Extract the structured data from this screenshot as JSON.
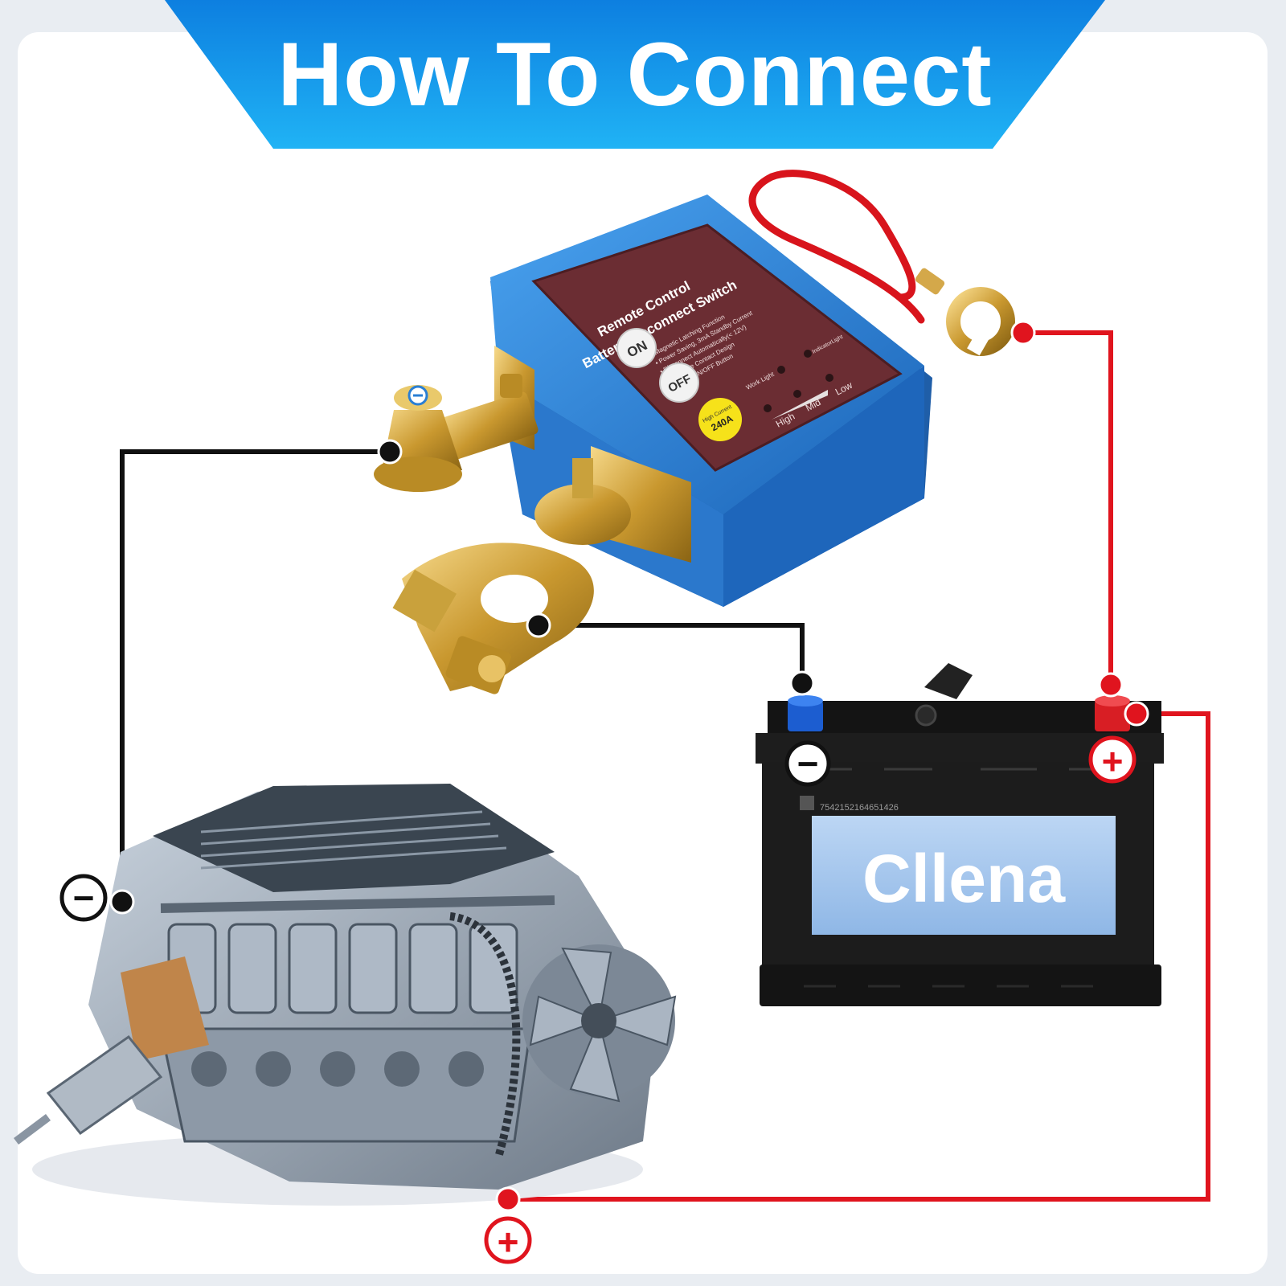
{
  "banner": {
    "title": "How To Connect"
  },
  "switch_device": {
    "title_line1": "Remote Control",
    "title_line2": "Battery Disconnect Switch",
    "features": [
      "• Magnetic Latching Function",
      "• Power Saving, 3mA Standby Current",
      "• Disconnect Automatically(< 12V)",
      "• Anti-False Contact Design",
      "• Manual ON/OFF Button"
    ],
    "on_label": "ON",
    "off_label": "OFF",
    "current_badge_line1": "High Current",
    "current_badge_line2": "240A",
    "indicator_light": "IndicatorLight",
    "work_light": "Work Light",
    "level_high": "High",
    "level_mid": "Mid",
    "level_low": "Low"
  },
  "battery": {
    "serial": "7542152164651426",
    "brand": "Cllena"
  },
  "symbols": {
    "minus": "−",
    "plus": "+"
  },
  "colors": {
    "banner_blue": "#1aa3ee",
    "switch_body": "#2a7fd4",
    "switch_panel": "#6b2d33",
    "wire_negative": "#111111",
    "wire_positive": "#e0141e",
    "battery_body": "#1c1c1c",
    "battery_label": "#a9cbef"
  }
}
